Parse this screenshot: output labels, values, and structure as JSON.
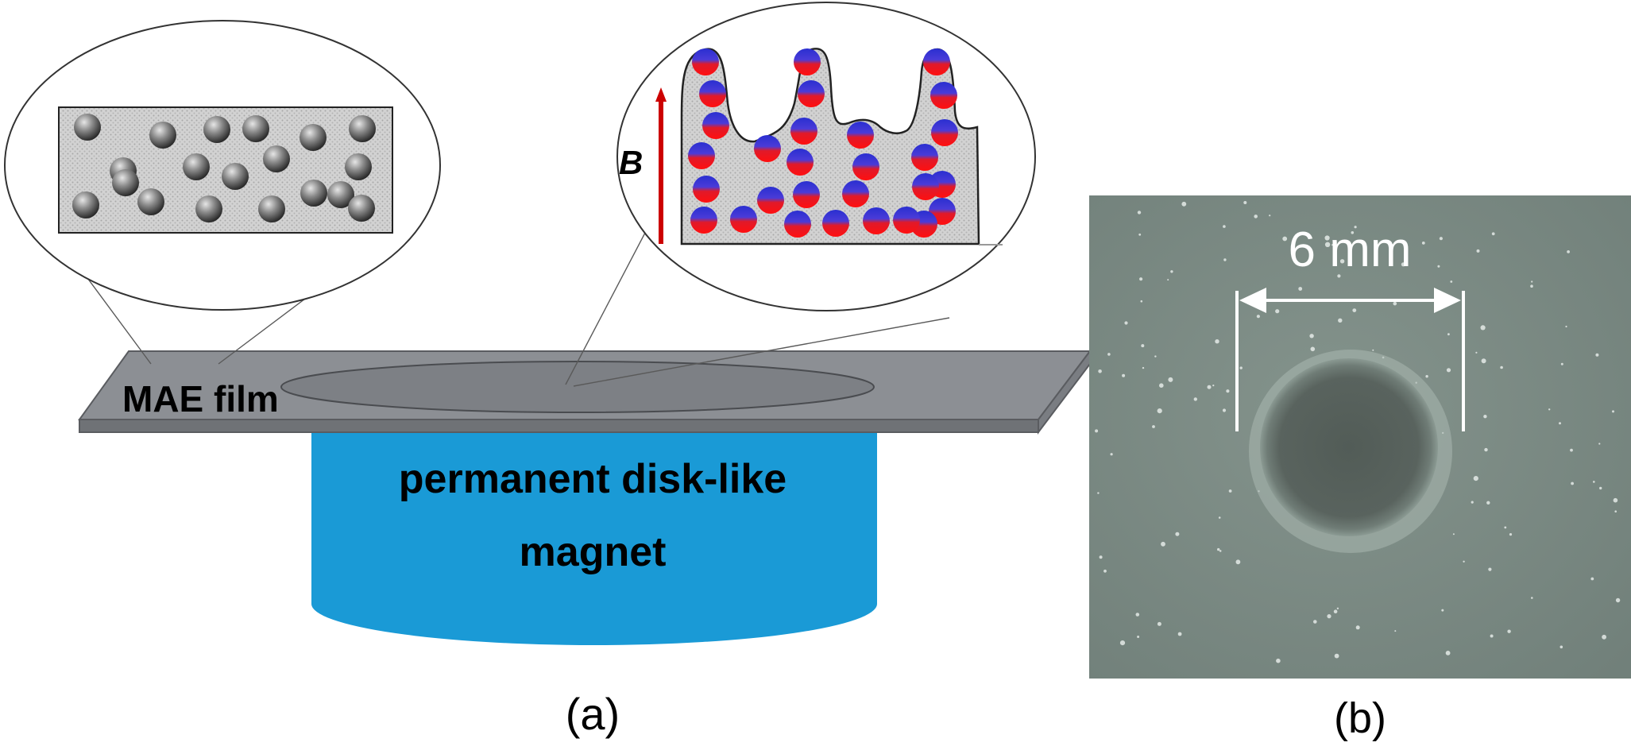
{
  "panel_a": {
    "film_label": "MAE film",
    "magnet_label_line1": "permanent disk-like",
    "magnet_label_line2": "magnet",
    "field_label": "B",
    "caption": "(a)",
    "colors": {
      "magnet": "#1a9ad6",
      "film": "#8e9196",
      "matrix": "#c9c9c9",
      "field_arrow": "#cc0000",
      "particle_top": "#2a2fd0",
      "particle_bottom": "#ee1010"
    }
  },
  "panel_b": {
    "scale_label": "6 mm",
    "caption": "(b)",
    "colors": {
      "background": "#7d8c85",
      "indentation": "#545e59"
    }
  }
}
